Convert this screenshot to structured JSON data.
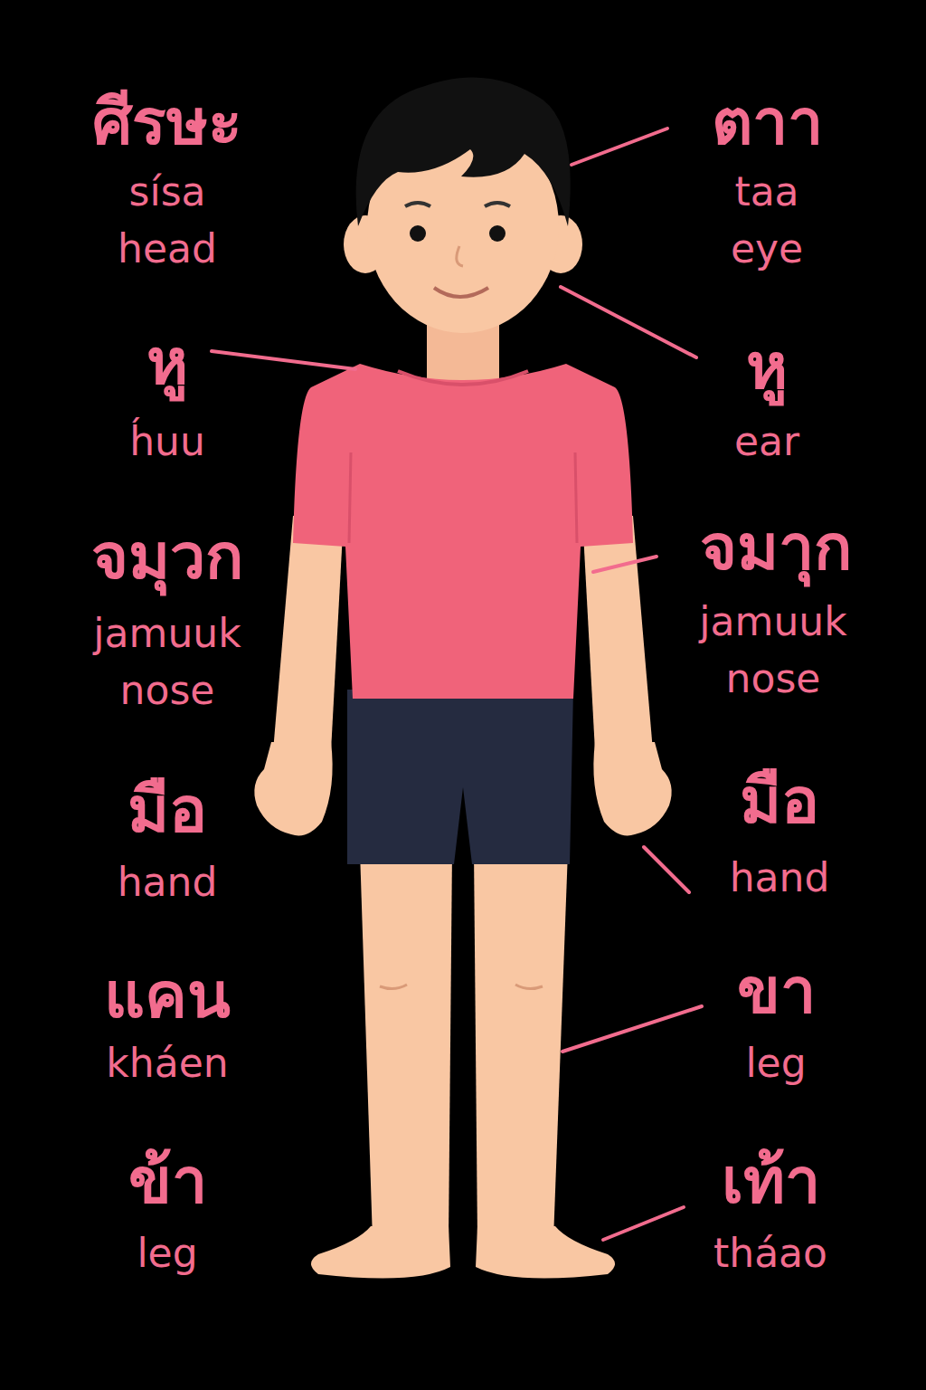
{
  "diagram": {
    "labels": [
      "ศีรษะ",
      "sísa",
      "head",
      "ตาา",
      "taa",
      "eye",
      "หู",
      "h́uu",
      "หู",
      "ear",
      "จมุวก",
      "jamuuk",
      "nose",
      "จมาุก",
      "jamuuk",
      "nose",
      "มือ",
      "hand",
      "มือ",
      "hand",
      "แคน",
      "kháen",
      "ขา",
      "leg",
      "ข้า",
      "leg",
      "เท้า",
      "tháao"
    ]
  }
}
